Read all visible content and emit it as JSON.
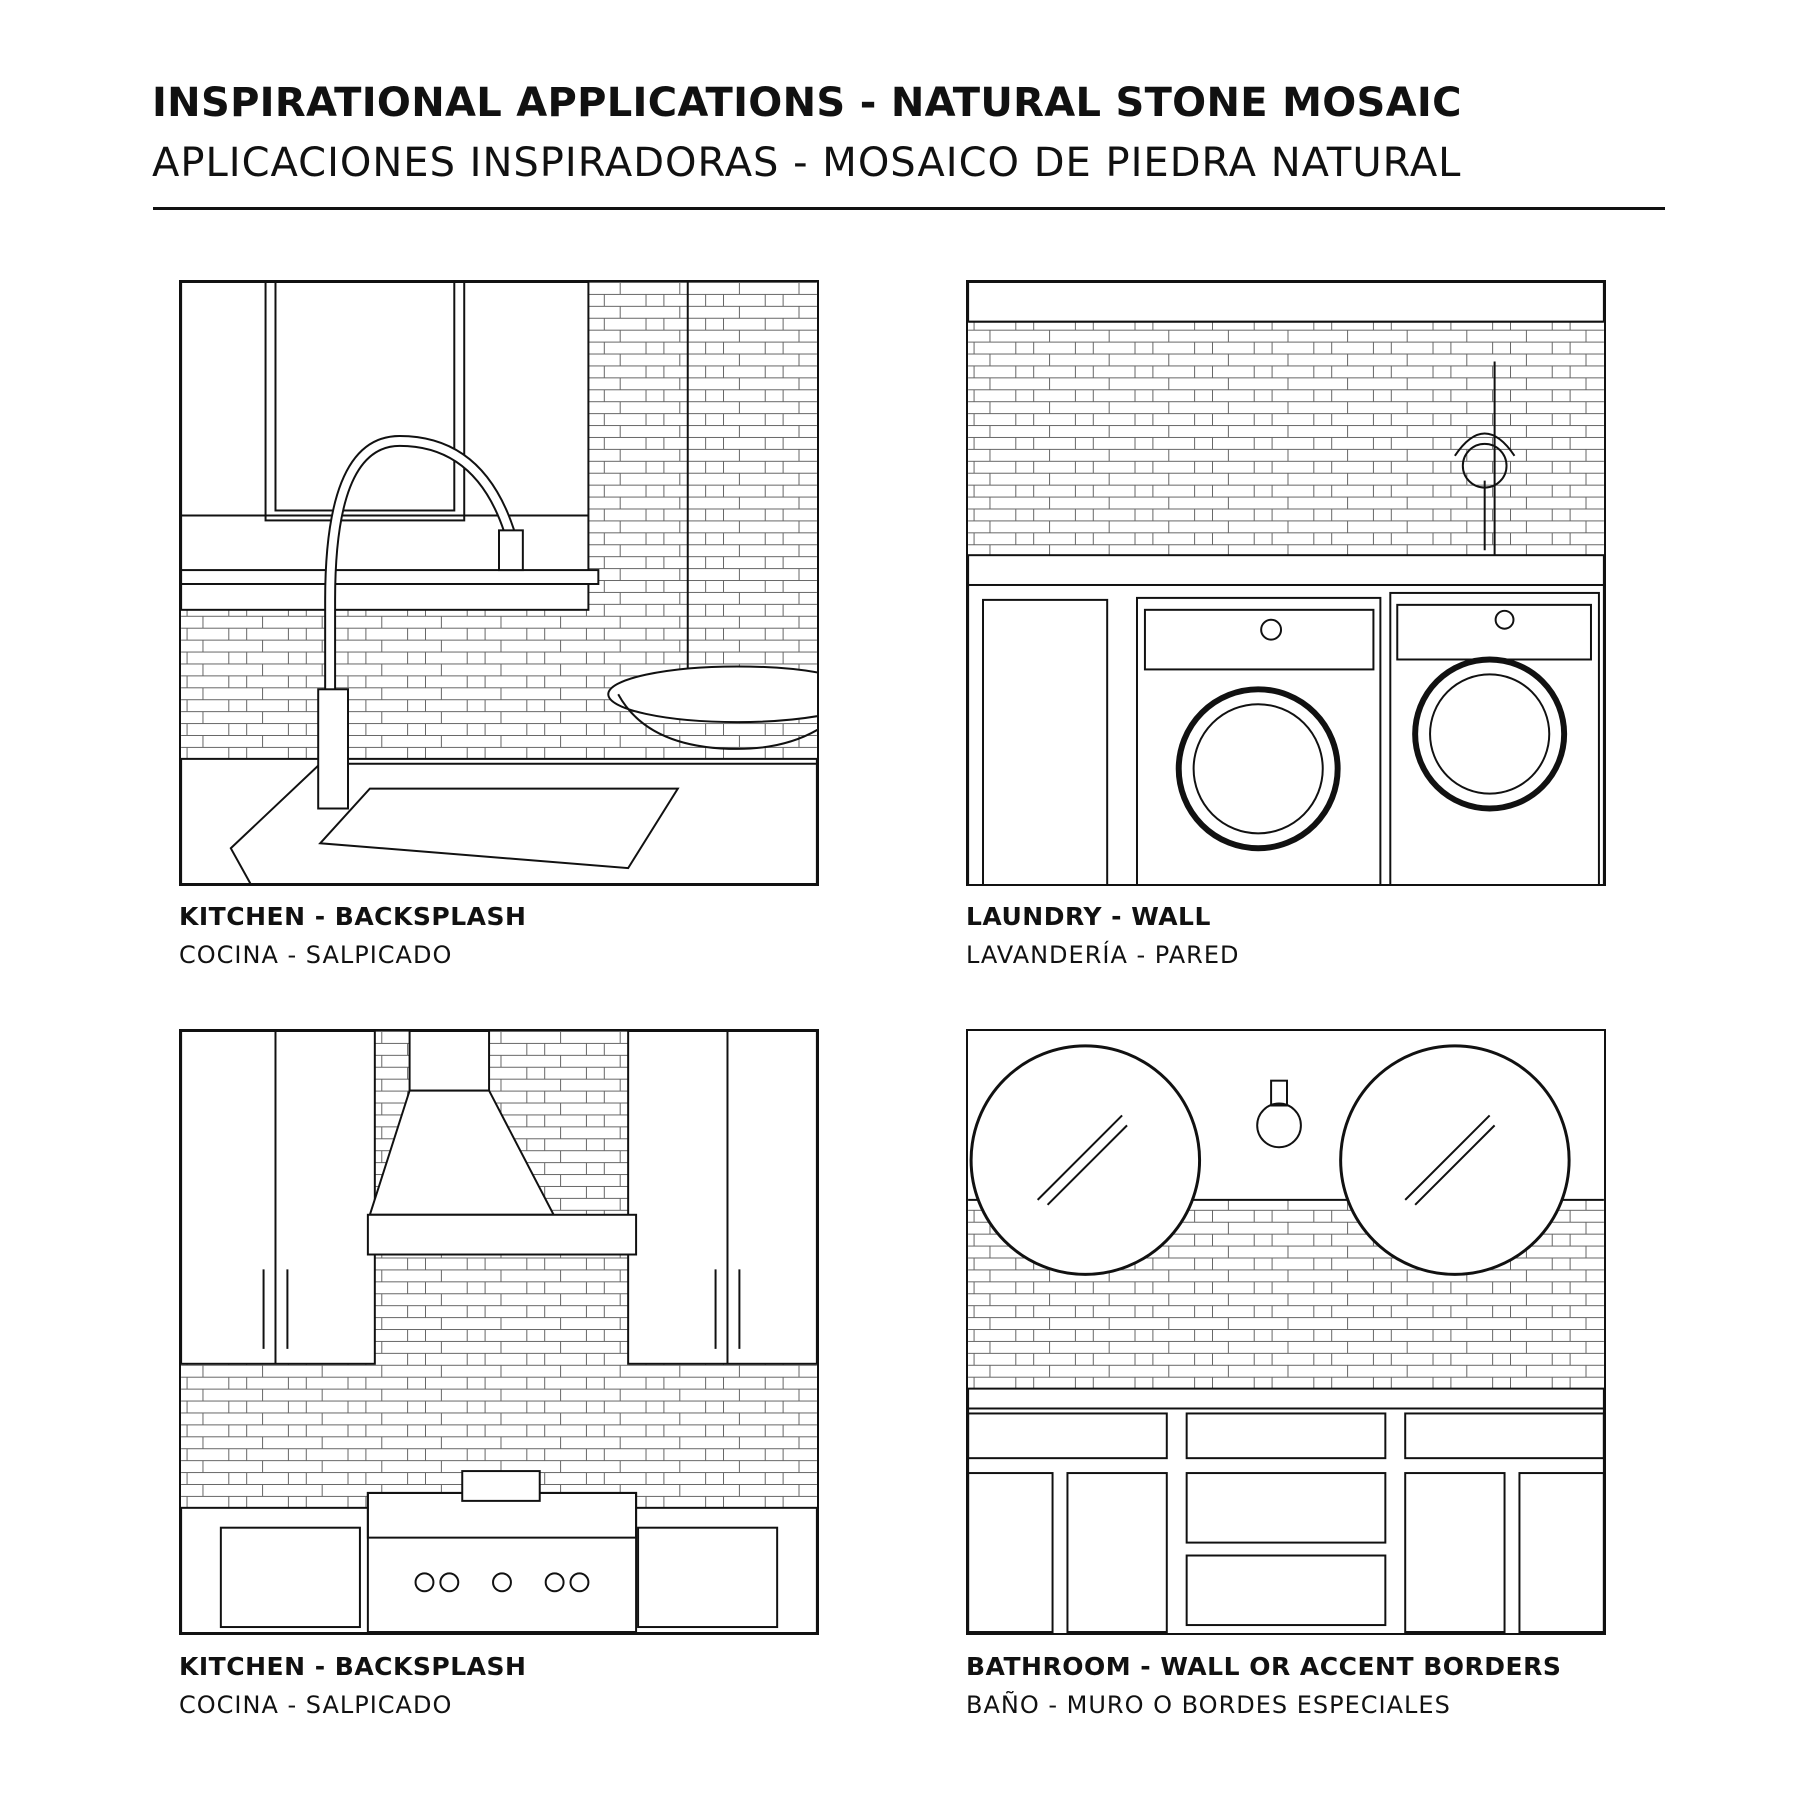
{
  "header": {
    "title": "INSPIRATIONAL APPLICATIONS - NATURAL STONE MOSAIC",
    "subtitle": "APLICACIONES INSPIRADORAS - MOSAICO DE PIEDRA NATURAL"
  },
  "panels": [
    {
      "caption_en": "KITCHEN - BACKSPLASH",
      "caption_es": "COCINA - SALPICADO"
    },
    {
      "caption_en": "LAUNDRY - WALL",
      "caption_es": "LAVANDERÍA - PARED"
    },
    {
      "caption_en": "KITCHEN - BACKSPLASH",
      "caption_es": "COCINA - SALPICADO"
    },
    {
      "caption_en": "BATHROOM - WALL OR ACCENT BORDERS",
      "caption_es": "BAÑO - MURO O BORDES ESPECIALES"
    }
  ]
}
